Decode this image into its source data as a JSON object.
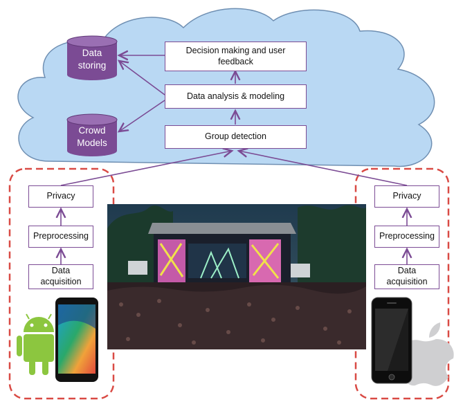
{
  "cloud_nodes": {
    "decision": "Decision making and user feedback",
    "analysis": "Data analysis & modeling",
    "group": "Group detection"
  },
  "stores": {
    "data_storing": "Data\nstoring",
    "crowd_models": "Crowd\nModels"
  },
  "left_stack": [
    "Privacy",
    "Preprocessing",
    "Data\nacquisition"
  ],
  "right_stack": [
    "Privacy",
    "Preprocessing",
    "Data\nacquisition"
  ],
  "colors": {
    "cloud_fill": "#b9d8f3",
    "cloud_stroke": "#6f8fb2",
    "arrow": "#7b4b94",
    "cylinder": "#7b4b94",
    "dashed": "#d94a44",
    "android": "#8cc63f"
  },
  "icons": {
    "android": "android-robot-icon",
    "apple": "apple-logo-icon",
    "crowd": "concert-crowd-photo"
  }
}
